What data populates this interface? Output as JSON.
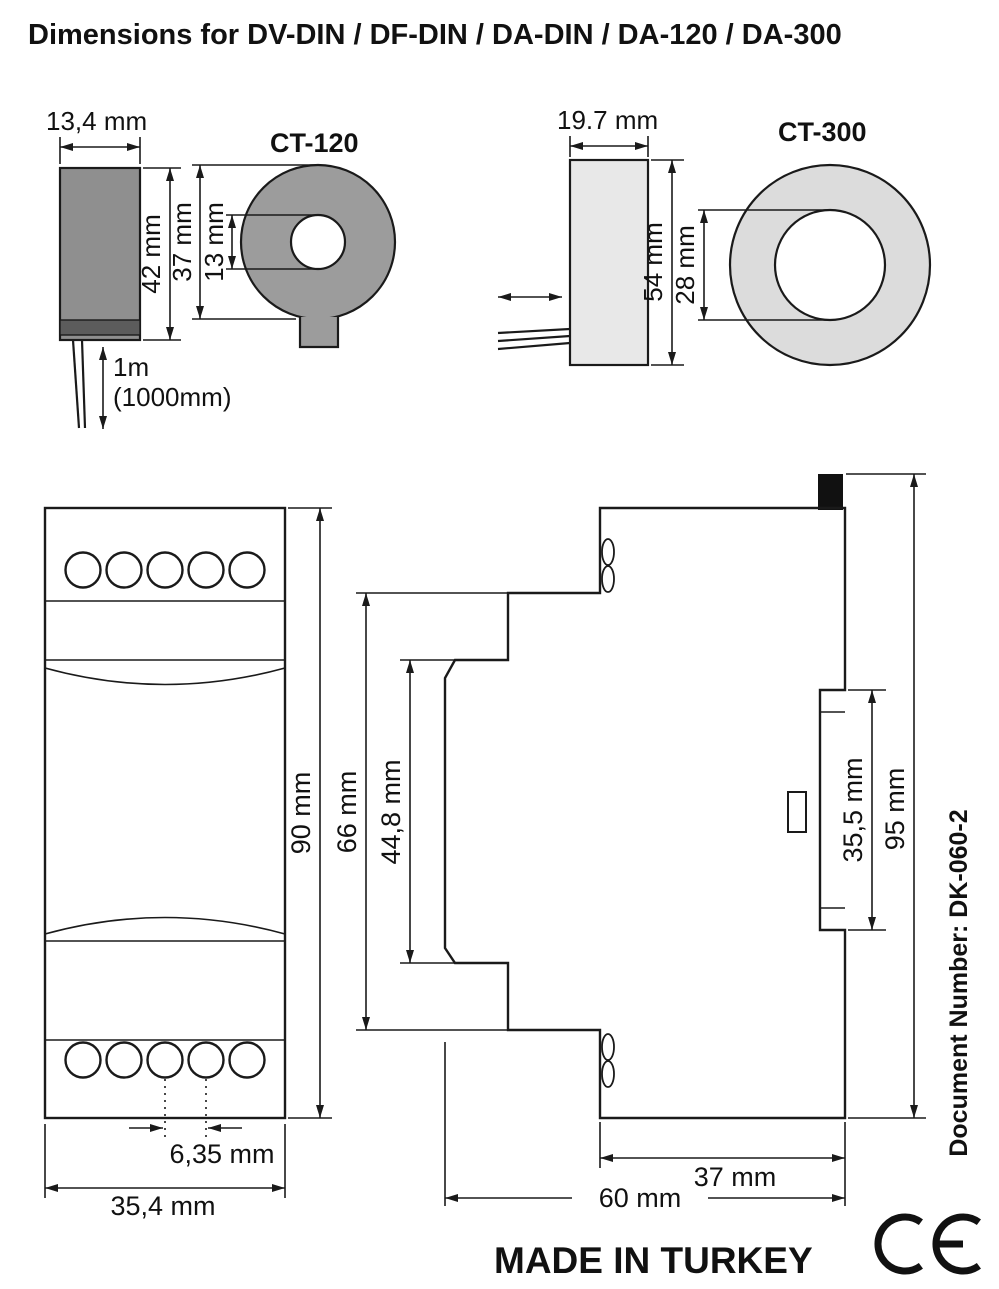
{
  "title": "Dimensions for DV-DIN / DF-DIN / DA-DIN / DA-120 / DA-300",
  "ct120": {
    "name": "CT-120",
    "width": "13,4 mm",
    "height": "42 mm",
    "ring_outer_diameter": "37 mm",
    "ring_hole_diameter": "13 mm",
    "cable_length_line1": "1m",
    "cable_length_line2": "(1000mm)"
  },
  "ct300": {
    "name": "CT-300",
    "width": "19.7 mm",
    "height": "54 mm",
    "ring_hole_diameter": "28 mm"
  },
  "module": {
    "front_height": "90 mm",
    "mid_section_height": "66 mm",
    "front_panel_height": "44,8 mm",
    "rail_recess_height": "35,5 mm",
    "overall_height": "95 mm",
    "terminal_pitch": "6,35 mm",
    "front_width": "35,4 mm",
    "rear_depth": "37 mm",
    "overall_depth": "60 mm"
  },
  "footer": {
    "document_number": "Document Number: DK-060-2",
    "made_in": "MADE IN TURKEY",
    "ce_mark": "CE"
  },
  "colors": {
    "line": "#1a1a1a",
    "ct120_body_fill": "#8f8f8f",
    "ct120_band_fill": "#5c5c5c",
    "ct120_ring_fill": "#9c9c9c",
    "ct300_body_fill": "#e8e8e8",
    "ct300_ring_fill": "#dcdcdc"
  }
}
